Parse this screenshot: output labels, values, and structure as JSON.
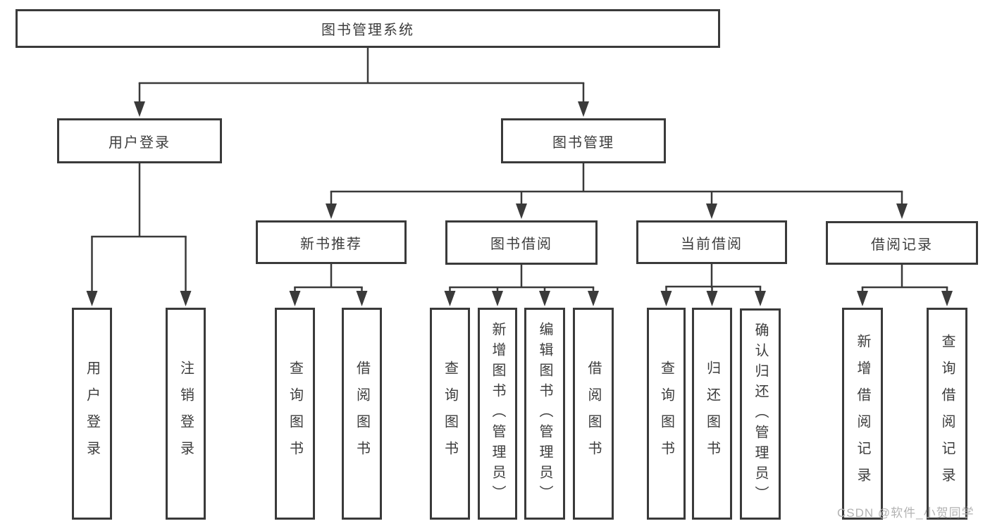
{
  "page": {
    "watermark": "CSDN @软件_小贺同学"
  },
  "colors": {
    "line": "#3a3a3a",
    "box_border": "#3a3a3a",
    "text": "#3d3d3d",
    "background": "#ffffff",
    "watermark": "#b3b3b3"
  },
  "diagram": {
    "root": {
      "label": "图书管理系统"
    },
    "branches": [
      {
        "label": "用户登录",
        "children": [
          {
            "label": "用户登录"
          },
          {
            "label": "注销登录"
          }
        ]
      },
      {
        "label": "图书管理",
        "groups": [
          {
            "label": "新书推荐",
            "children": [
              {
                "label": "查询图书"
              },
              {
                "label": "借阅图书"
              }
            ]
          },
          {
            "label": "图书借阅",
            "children": [
              {
                "label": "查询图书"
              },
              {
                "label": "新增图书（管理员）"
              },
              {
                "label": "编辑图书（管理员）"
              },
              {
                "label": "借阅图书"
              }
            ]
          },
          {
            "label": "当前借阅",
            "children": [
              {
                "label": "查询图书"
              },
              {
                "label": "归还图书"
              },
              {
                "label": "确认归还（管理员）"
              }
            ]
          },
          {
            "label": "借阅记录",
            "children": [
              {
                "label": "新增借阅记录"
              },
              {
                "label": "查询借阅记录"
              }
            ]
          }
        ]
      }
    ]
  }
}
